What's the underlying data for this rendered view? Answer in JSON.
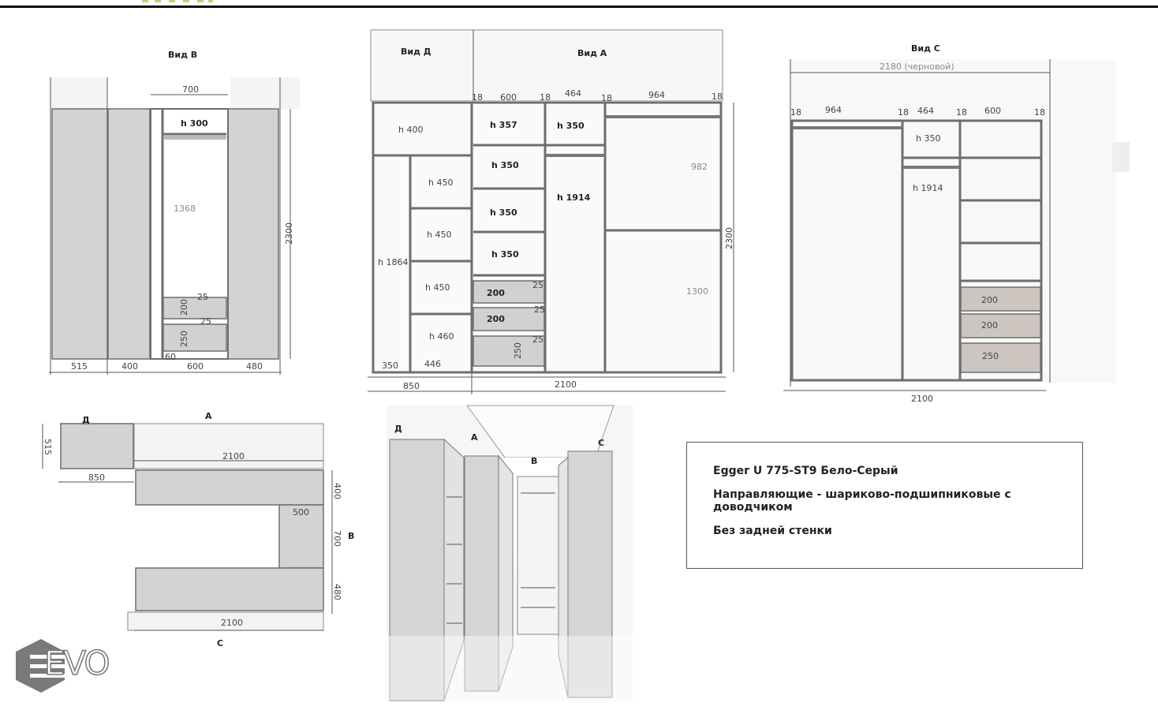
{
  "view_b": {
    "title": "Вид В",
    "width_top": "700",
    "h_top": "h 300",
    "hanging": "1368",
    "gap1": "25",
    "drawer1": "200",
    "gap2": "25",
    "drawer2": "250",
    "plinth": "60",
    "bottom": [
      "515",
      "400",
      "600",
      "480"
    ],
    "height": "2300"
  },
  "view_a": {
    "title_d": "Вид Д",
    "title_a": "Вид А",
    "top_dims": [
      "18",
      "600",
      "18",
      "464",
      "18",
      "964",
      "18"
    ],
    "d_section": {
      "top": "h 400",
      "tall": "h 1864",
      "shelves": [
        "h 450",
        "h 450",
        "h 450",
        "h 460"
      ],
      "w1": "350",
      "w2": "446"
    },
    "col1": {
      "shelves": [
        "h 357",
        "h 350",
        "h 350",
        "h 350"
      ],
      "drawers": [
        "200",
        "200"
      ],
      "gaps": [
        "25",
        "25",
        "25"
      ],
      "drawer3": "250"
    },
    "col2": {
      "top": "h 350",
      "hanging": "h 1914"
    },
    "col3": {
      "upper": "982",
      "lower": "1300"
    },
    "height": "2300",
    "bottom": [
      "850",
      "2100"
    ]
  },
  "view_c": {
    "title": "Вид С",
    "rough": "2180 (черновой)",
    "top_dims": [
      "18",
      "964",
      "18",
      "464",
      "18",
      "600",
      "18"
    ],
    "col2": {
      "top": "h 350",
      "hanging": "h 1914"
    },
    "drawers": [
      "200",
      "200",
      "250"
    ],
    "bottom": "2100"
  },
  "plan": {
    "label_d": "Д",
    "label_a": "А",
    "depth_d": "515",
    "width_a": "2100",
    "width_d": "850",
    "depth_a": "400",
    "depth_b": "500",
    "width_b": "700",
    "label_b": "В",
    "depth_c": "480",
    "width_c": "2100",
    "label_c": "С"
  },
  "perspective": {
    "label_d": "Д",
    "label_a": "А",
    "label_b": "В",
    "label_c": "С"
  },
  "notes": [
    "Egger U 775-ST9 Бело-Серый",
    "Направляющие - шариково-подшипниковые с доводчиком",
    "Без задней стенки"
  ],
  "logo": "EVO"
}
